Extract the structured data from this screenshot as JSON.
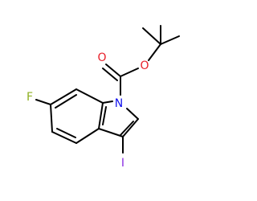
{
  "molecule": {
    "atoms": {
      "F": "F",
      "N": "N",
      "O_carbonyl": "O",
      "O_ester": "O",
      "I": "I"
    },
    "colors": {
      "bond": "#000000",
      "F": "#8eb021",
      "N": "#1010ee",
      "O": "#e8202a",
      "I": "#8a2be2"
    }
  }
}
